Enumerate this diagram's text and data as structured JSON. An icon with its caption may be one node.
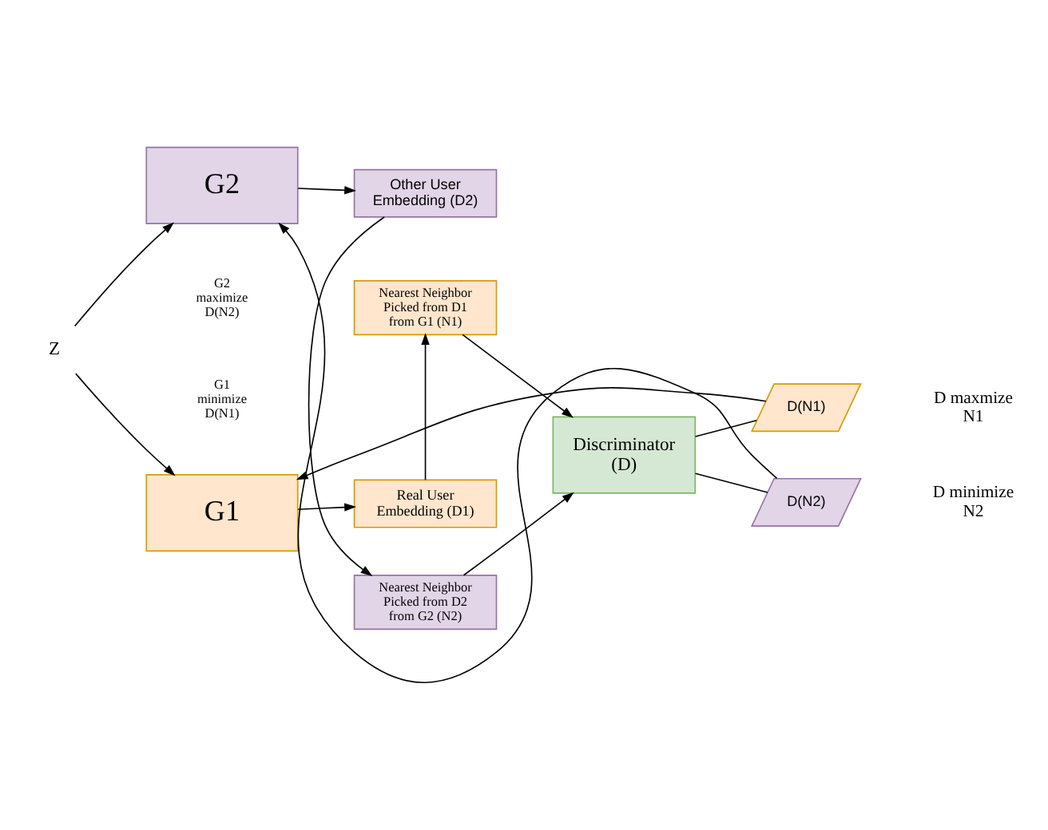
{
  "diagram": {
    "nodes": [
      {
        "text": [
          "Z"
        ]
      },
      {
        "text": [
          "G1"
        ]
      },
      {
        "text": [
          "Real User Embedding (D1)"
        ]
      },
      {
        "text": [
          "Nearest Neighbor Picked from D1 from G1 (N1)"
        ]
      },
      {
        "text": [
          "G2"
        ]
      },
      {
        "text": [
          "Nearest Neighbor Picked from D2 from G2 (N2)"
        ]
      },
      {
        "text": [
          "Other User Embedding (D2)"
        ]
      },
      {
        "text": [
          "Discriminator",
          "(D)"
        ]
      },
      {
        "text": [
          "D(N1)"
        ]
      },
      {
        "text": [
          "D(N2)"
        ]
      }
    ],
    "edges": [
      {
        "from": 0,
        "to": 1,
        "arrow": "to"
      },
      {
        "from": 0,
        "to": 4,
        "arrow": "to"
      },
      {
        "from": 1,
        "to": 2,
        "arrow": "to"
      },
      {
        "from": 2,
        "to": 3,
        "arrow": "to"
      },
      {
        "from": 3,
        "to": 7,
        "arrow": "to"
      },
      {
        "from": 4,
        "to": 6,
        "arrow": "to"
      },
      {
        "from": 6,
        "to": 5,
        "arrow": "to"
      },
      {
        "from": 5,
        "to": 7,
        "arrow": "to"
      },
      {
        "from": 7,
        "to": 8,
        "arrow": "none"
      },
      {
        "from": 8,
        "to": 1,
        "arrow": "to"
      },
      {
        "from": 7,
        "to": 9,
        "arrow": "none"
      },
      {
        "from": 9,
        "to": 4,
        "arrow": "to"
      }
    ],
    "labels": [
      "G1 minimize D(N1)",
      "D maxmize N1",
      "D minimize N2",
      "G2 maximize D(N2)"
    ]
  }
}
